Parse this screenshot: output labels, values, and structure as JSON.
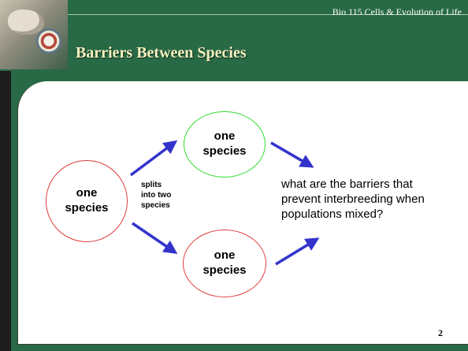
{
  "header": {
    "course": "Bio 115 Cells & Evolution of Life",
    "title": "Barriers Between Species",
    "logo_icon": "university-seal-icon"
  },
  "diagram": {
    "left_circle": "one\nspecies",
    "top_circle": "one\nspecies",
    "bottom_circle": "one\nspecies",
    "split_label": "splits\ninto two\nspecies",
    "question": "what are the barriers that\nprevent interbreeding when\npopulations mixed?"
  },
  "colors": {
    "header_bg": "#286a46",
    "title_text": "#f5f0c0",
    "circle_red": "#e03c3c",
    "circle_green": "#33dd33",
    "arrow_blue": "#3333cc"
  },
  "footer": {
    "page_number": "2"
  }
}
